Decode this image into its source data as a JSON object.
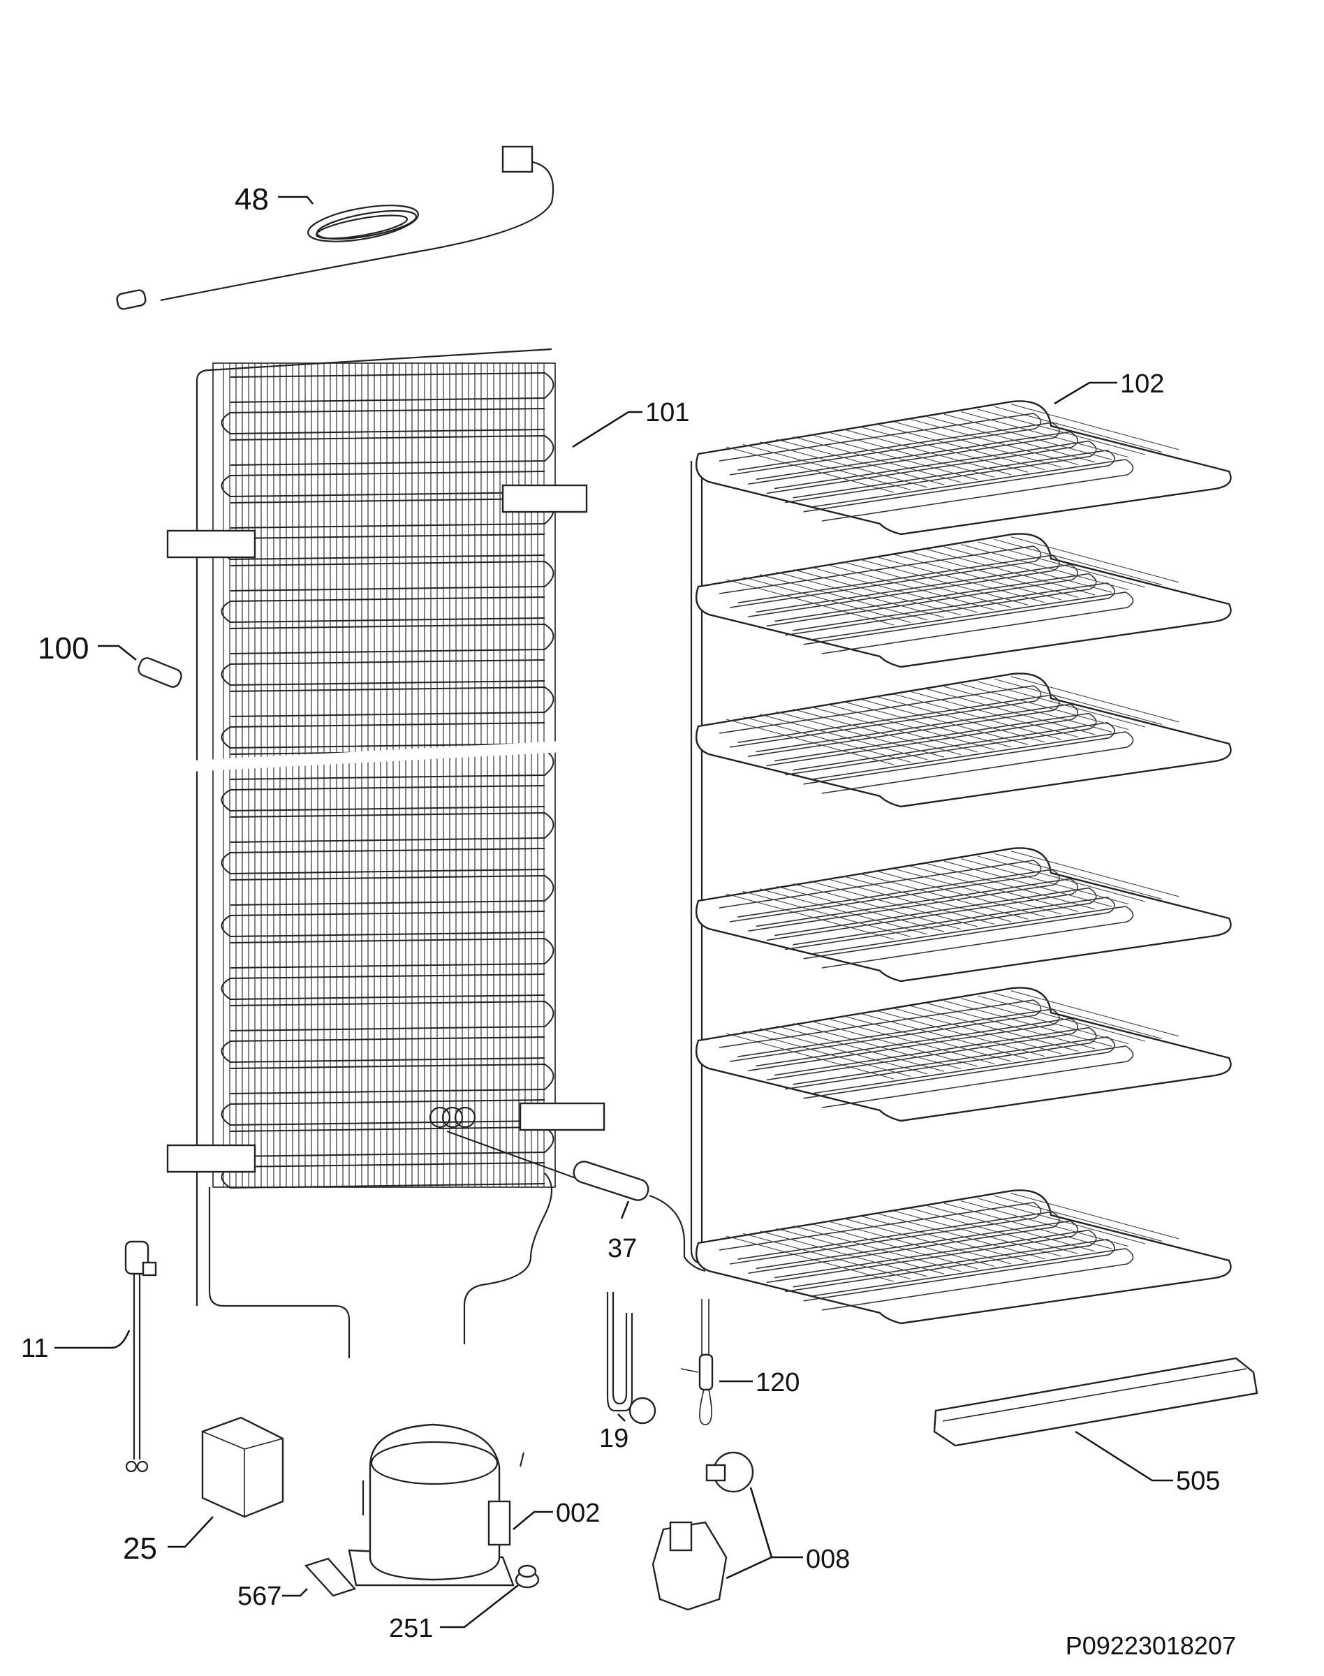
{
  "document_id": "P09223018207",
  "callouts": {
    "c48": "48",
    "c101": "101",
    "c102": "102",
    "c100": "100",
    "c37": "37",
    "c11": "11",
    "c19": "19",
    "c120": "120",
    "c505": "505",
    "c002": "002",
    "c008": "008",
    "c25": "25",
    "c567": "567",
    "c251": "251"
  }
}
